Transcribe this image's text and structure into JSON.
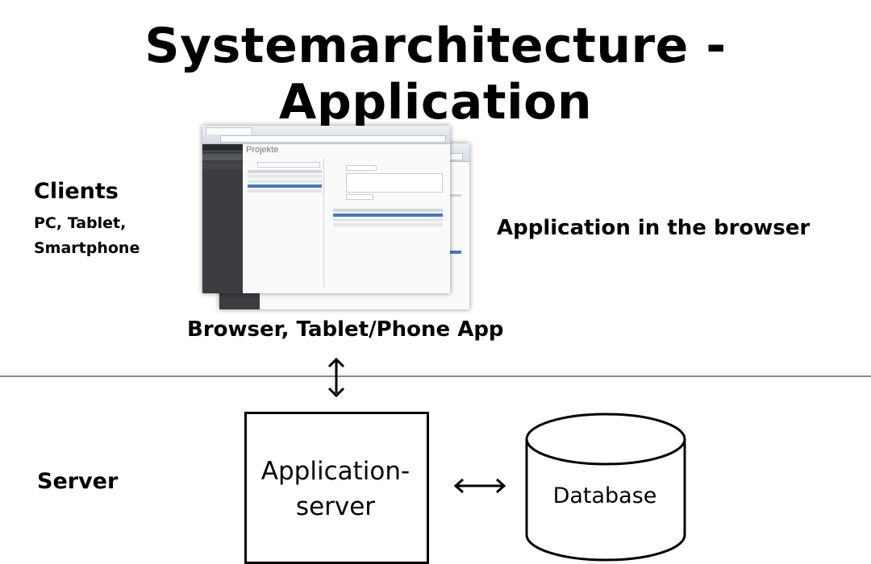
{
  "title": "Systemarchitecture - Application",
  "clients": {
    "heading": "Clients",
    "subtitle": "PC, Tablet, Smartphone"
  },
  "app_in_browser": "Application in the browser",
  "browser_label": "Browser, Tablet/Phone App",
  "server_label": "Server",
  "app_server": {
    "line1": "Application-",
    "line2": "server"
  },
  "database_label": "Database",
  "screenshot": {
    "page_heading": "Projekte"
  },
  "colors": {
    "divider": "#8a8a8a",
    "sidebar": "#3b3d40",
    "selection": "#4a78b8"
  }
}
